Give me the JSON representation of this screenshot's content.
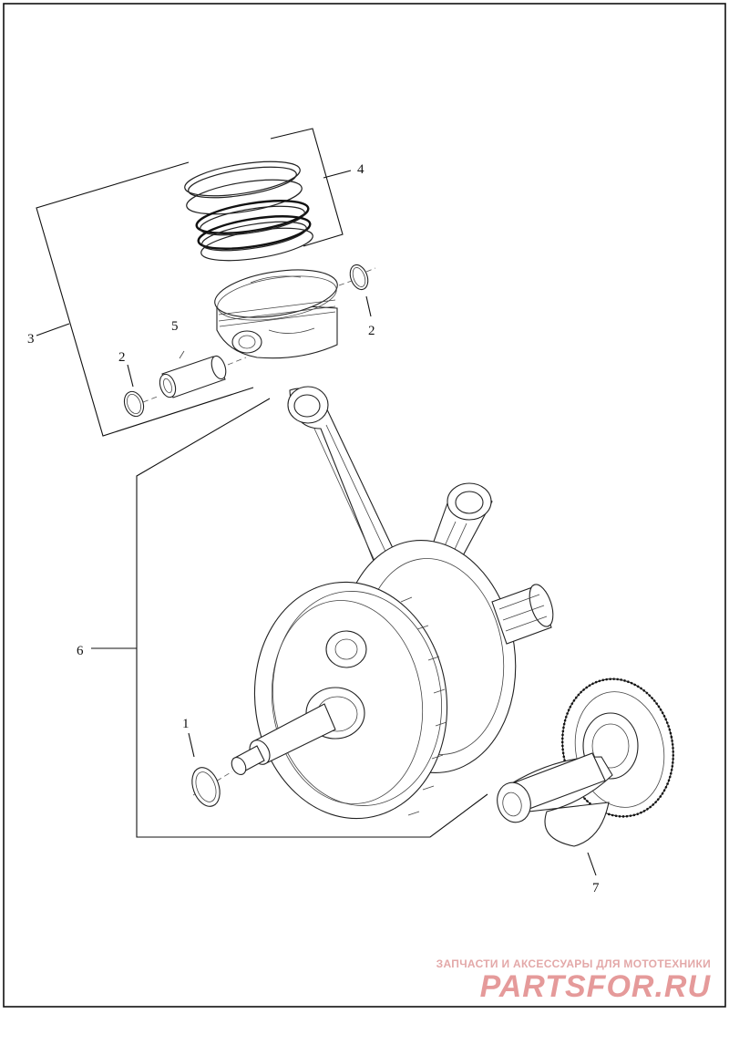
{
  "diagram": {
    "callouts": [
      "1",
      "2",
      "2",
      "3",
      "4",
      "5",
      "6",
      "7"
    ]
  },
  "watermark": {
    "caption": "ЗАПЧАСТИ И АКСЕССУАРЫ ДЛЯ МОТОТЕХНИКИ",
    "logo": "PARTSFOR.RU"
  },
  "colors": {
    "line": "#111111",
    "background": "#ffffff",
    "watermark": "#e59a9a"
  }
}
